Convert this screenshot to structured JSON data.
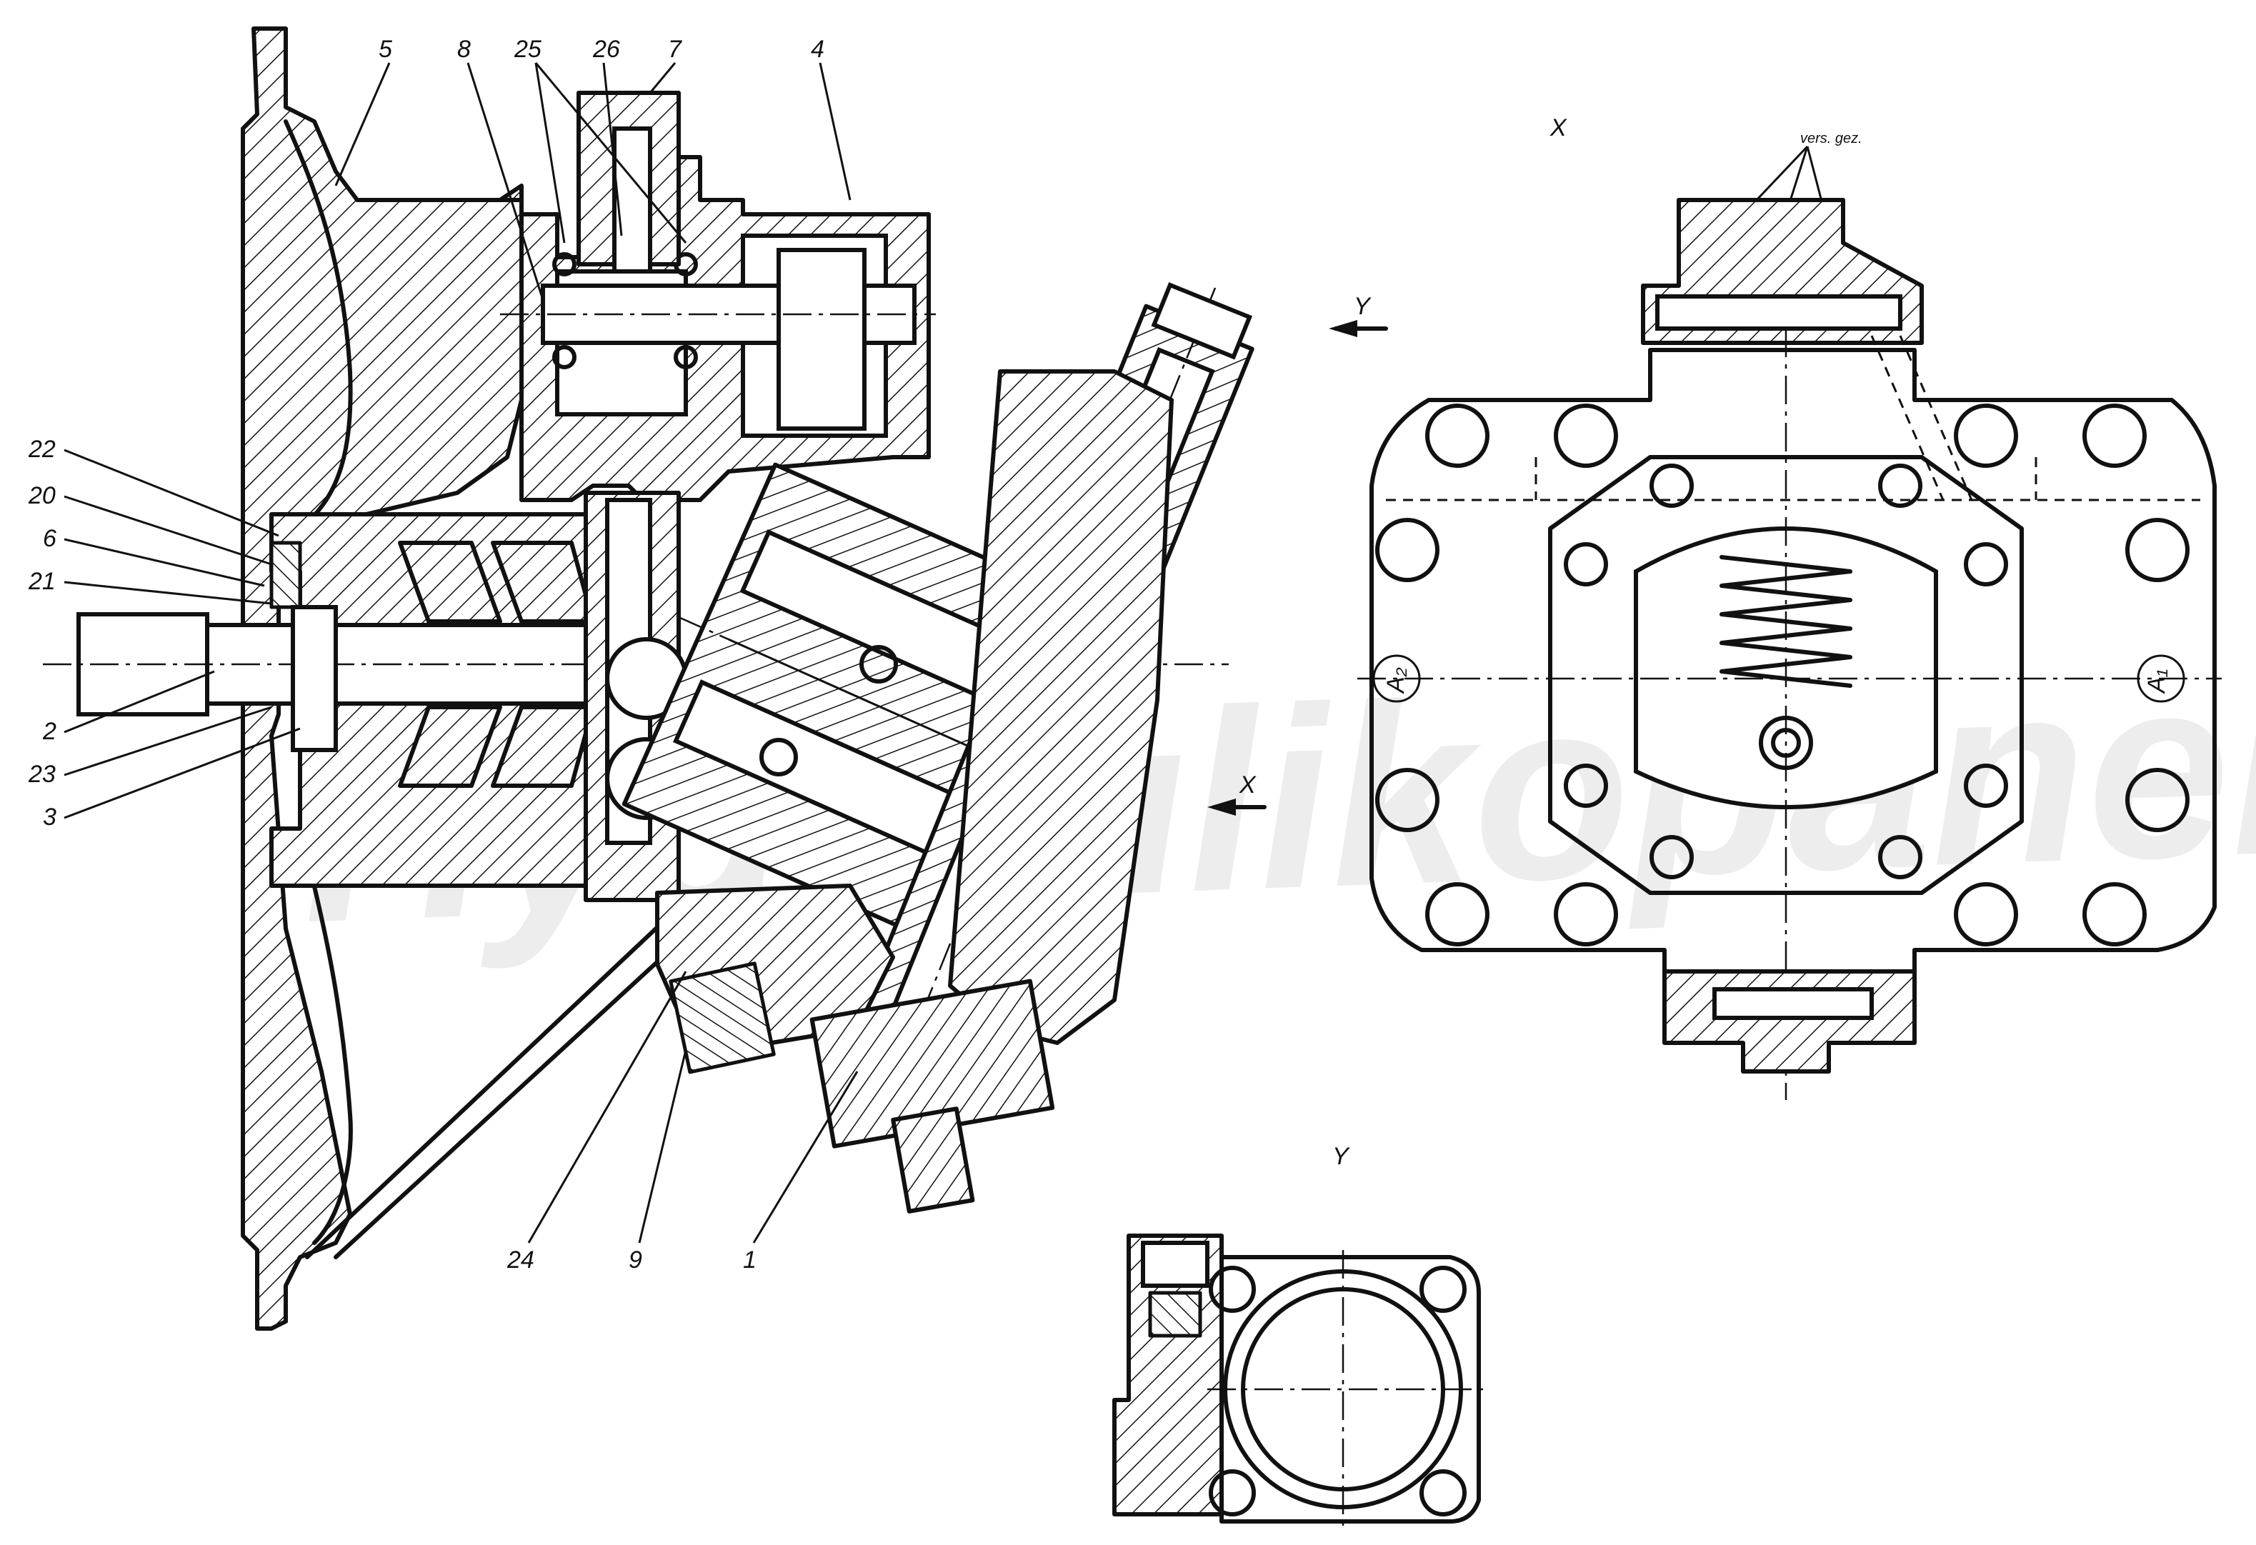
{
  "drawing": {
    "views": {
      "x_view_title": "X",
      "y_view_title": "Y",
      "section_arrow_y": "Y",
      "section_arrow_x": "X"
    },
    "callouts": [
      "5",
      "8",
      "25",
      "26",
      "7",
      "4",
      "22",
      "20",
      "6",
      "21",
      "2",
      "23",
      "3",
      "24",
      "9",
      "1"
    ],
    "annotations": {
      "vers_gez": "vers. gez.",
      "port_a2": "A₂",
      "port_a1": "A₁"
    },
    "watermark": "Hydraulikopanel"
  }
}
